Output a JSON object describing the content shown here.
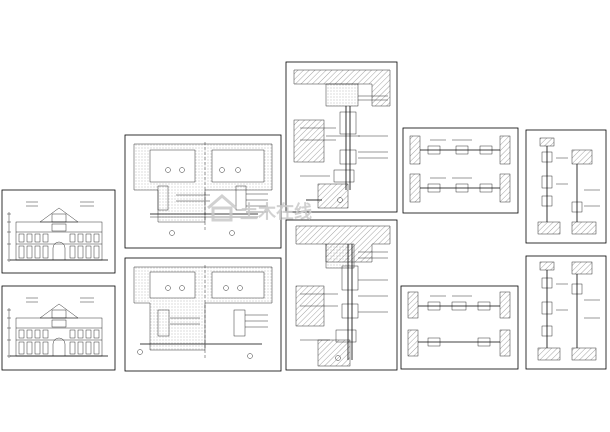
{
  "watermark": {
    "text": "土木在线"
  },
  "sheets": [
    {
      "name": "sheet-elevation-top"
    },
    {
      "name": "sheet-elevation-bottom"
    },
    {
      "name": "sheet-corner-plan-upper"
    },
    {
      "name": "sheet-corner-plan-lower"
    },
    {
      "name": "sheet-vertical-section-upper"
    },
    {
      "name": "sheet-vertical-section-lower"
    },
    {
      "name": "sheet-window-plan-upper"
    },
    {
      "name": "sheet-window-plan-lower"
    },
    {
      "name": "sheet-window-section-upper"
    },
    {
      "name": "sheet-window-section-lower"
    }
  ],
  "colors": {
    "line": "#000000",
    "hatch": "#555555",
    "paper": "#ffffff",
    "watermark": "#c9c9c9"
  }
}
